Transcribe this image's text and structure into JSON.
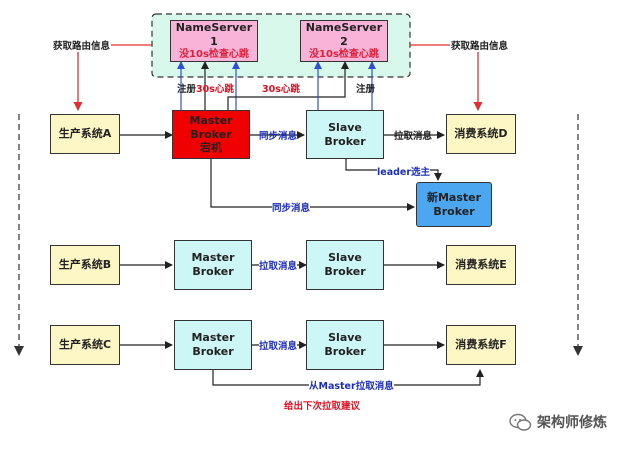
{
  "nameservers": [
    {
      "title": "NameServer 1",
      "subtitle": "没10s检查心跳"
    },
    {
      "title": "NameServer 2",
      "subtitle": "没10s检查心跳"
    }
  ],
  "producers": [
    "生产系统A",
    "生产系统B",
    "生产系统C"
  ],
  "consumers": [
    "消费系统D",
    "消费系统E",
    "消费系统F"
  ],
  "brokers": {
    "master_a_line1": "Master",
    "master_a_line2": "Broker",
    "master_a_line3": "宕机",
    "slave_a_line1": "Slave",
    "slave_a_line2": "Broker",
    "new_master_line1": "新Master",
    "new_master_line2": "Broker",
    "master_b_line1": "Master",
    "master_b_line2": "Broker",
    "slave_b_line1": "Slave",
    "slave_b_line2": "Broker",
    "master_c_line1": "Master",
    "master_c_line2": "Broker",
    "slave_c_line1": "Slave",
    "slave_c_line2": "Broker"
  },
  "labels": {
    "route_info_left": "获取路由信息",
    "route_info_right": "获取路由信息",
    "register_left": "注册",
    "heartbeat_left": "30s心跳",
    "heartbeat_right": "30s心跳",
    "register_right": "注册",
    "sync_msg_1": "同步消息",
    "pull_msg_1": "拉取消息",
    "leader_election": "leader选主",
    "sync_msg_2": "同步消息",
    "pull_msg_b": "拉取消息",
    "pull_msg_c": "拉取消息",
    "pull_from_master": "从Master拉取消息",
    "next_pull_suggestion": "给出下次拉取建议"
  },
  "watermark": "架构师修炼",
  "colors": {
    "nameserver_group_bg": "#d8f8ec",
    "nameserver_fill": "#f8b4d8",
    "broker_fill": "#cdf7f7",
    "down_fill": "#f00000",
    "new_master_fill": "#4da6f0",
    "system_fill": "#fdf7c5",
    "label_blue": "#1a2dbb",
    "label_red": "#e01020",
    "arrow_red": "#e03030",
    "arrow_blue": "#3050d0"
  }
}
